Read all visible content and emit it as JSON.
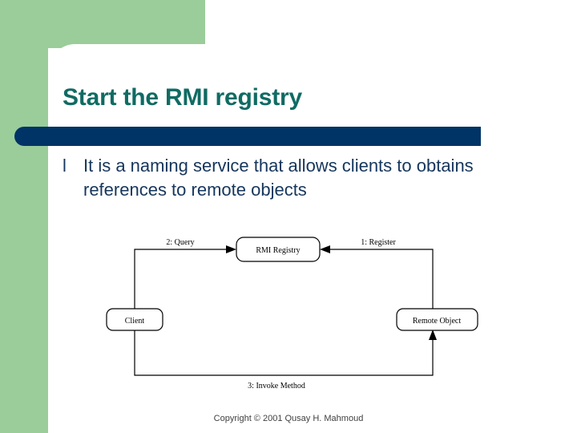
{
  "slide": {
    "title": "Start the RMI registry",
    "bullets": [
      {
        "glyph": "l",
        "text": "It is a naming service that allows clients to obtains references to remote objects"
      }
    ],
    "footer": "Copyright © 2001 Qusay H. Mahmoud"
  },
  "theme": {
    "accent_green": "#9acd9a",
    "title_teal": "#0f6b63",
    "bar_navy": "#003366",
    "body_navy": "#16365c",
    "page_white": "#ffffff"
  },
  "diagram": {
    "type": "flow",
    "nodes": [
      {
        "id": "registry",
        "label": "RMI Registry"
      },
      {
        "id": "client",
        "label": "Client"
      },
      {
        "id": "remote",
        "label": "Remote Object"
      }
    ],
    "edges": [
      {
        "id": "query",
        "label": "2: Query",
        "from": "client",
        "to": "registry"
      },
      {
        "id": "register",
        "label": "1: Register",
        "from": "remote",
        "to": "registry"
      },
      {
        "id": "invoke",
        "label": "3: Invoke Method",
        "from": "client",
        "to": "remote"
      }
    ]
  }
}
